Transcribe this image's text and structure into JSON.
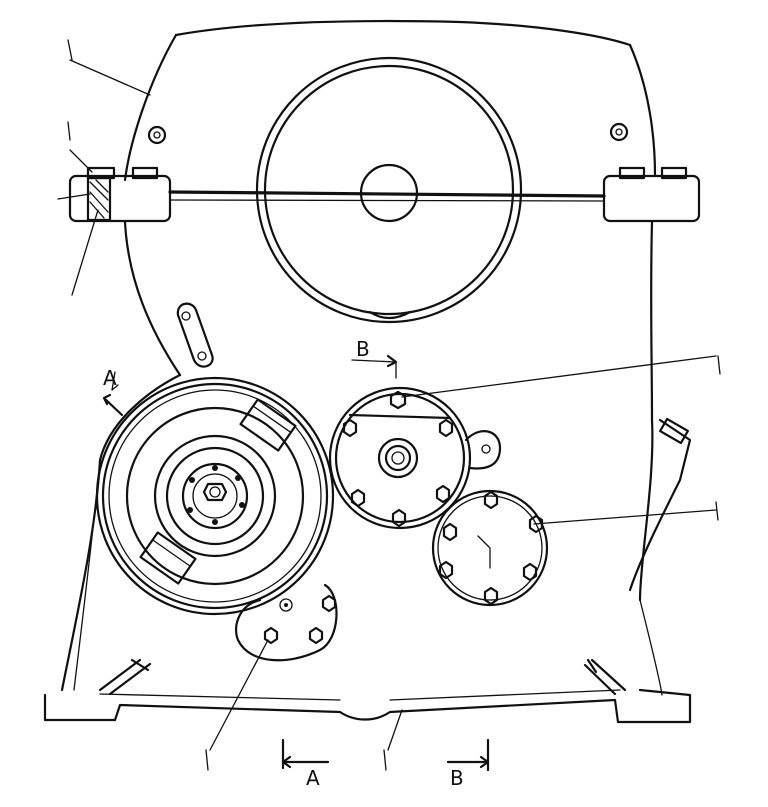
{
  "drawing": {
    "section_labels": {
      "top_left_a": "A",
      "top_b": "B",
      "bottom_a": "A",
      "bottom_b": "B"
    },
    "colors": {
      "ink": "#111111",
      "paper": "#ffffff"
    }
  }
}
